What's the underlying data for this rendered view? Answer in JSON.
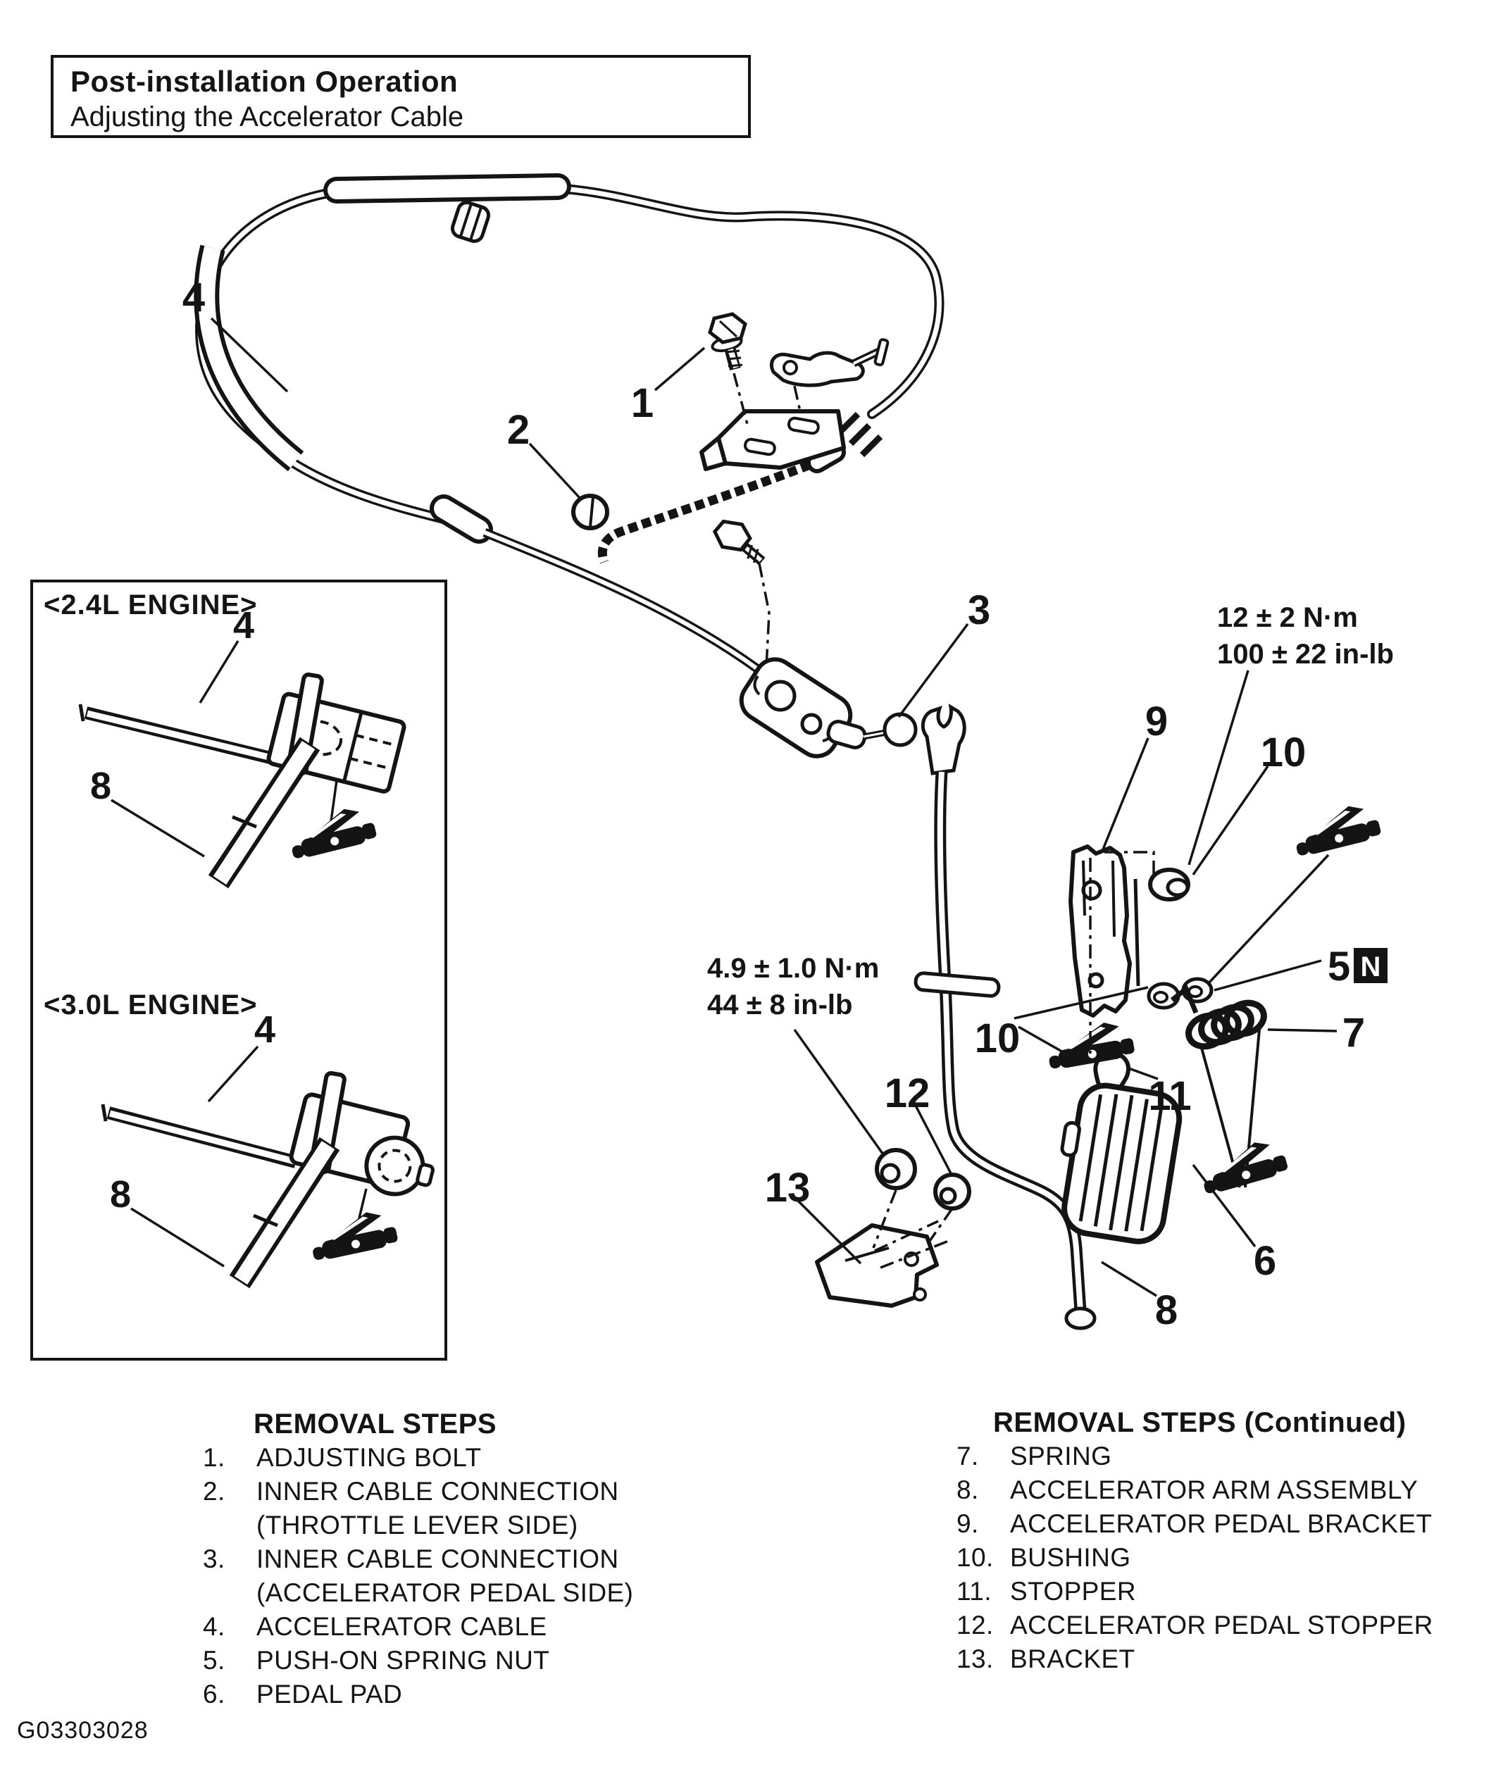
{
  "header": {
    "title": "Post-installation Operation",
    "subtitle": "Adjusting the Accelerator Cable"
  },
  "inset": {
    "engine_24": "<2.4L ENGINE>",
    "engine_30": "<3.0L ENGINE>"
  },
  "torque": {
    "spec1_nm": "12 ± 2 N·m",
    "spec1_inlb": "100 ± 22 in-lb",
    "spec2_nm": "4.9 ± 1.0 N·m",
    "spec2_inlb": "44 ± 8 in-lb"
  },
  "new_part_marker": "N",
  "callouts": {
    "c1": "1",
    "c2": "2",
    "c3": "3",
    "c4": "4",
    "c5": "5",
    "c6": "6",
    "c7": "7",
    "c8": "8",
    "c9": "9",
    "c10": "10",
    "c11": "11",
    "c12": "12",
    "c13": "13"
  },
  "removal_steps": {
    "title": "REMOVAL STEPS",
    "items": [
      {
        "n": "1.",
        "lines": [
          "ADJUSTING BOLT"
        ]
      },
      {
        "n": "2.",
        "lines": [
          "INNER CABLE CONNECTION",
          "(THROTTLE LEVER SIDE)"
        ]
      },
      {
        "n": "3.",
        "lines": [
          "INNER CABLE CONNECTION",
          "(ACCELERATOR PEDAL SIDE)"
        ]
      },
      {
        "n": "4.",
        "lines": [
          "ACCELERATOR CABLE"
        ]
      },
      {
        "n": "5.",
        "lines": [
          "PUSH-ON SPRING NUT"
        ]
      },
      {
        "n": "6.",
        "lines": [
          "PEDAL PAD"
        ]
      }
    ]
  },
  "removal_steps_continued": {
    "title": "REMOVAL STEPS (Continued)",
    "items": [
      {
        "n": "7.",
        "lines": [
          "SPRING"
        ]
      },
      {
        "n": "8.",
        "lines": [
          "ACCELERATOR ARM ASSEMBLY"
        ]
      },
      {
        "n": "9.",
        "lines": [
          "ACCELERATOR PEDAL BRACKET"
        ]
      },
      {
        "n": "10.",
        "lines": [
          "BUSHING"
        ]
      },
      {
        "n": "11.",
        "lines": [
          "STOPPER"
        ]
      },
      {
        "n": "12.",
        "lines": [
          "ACCELERATOR PEDAL STOPPER"
        ]
      },
      {
        "n": "13.",
        "lines": [
          "BRACKET"
        ]
      }
    ]
  },
  "figure_code": "G03303028"
}
